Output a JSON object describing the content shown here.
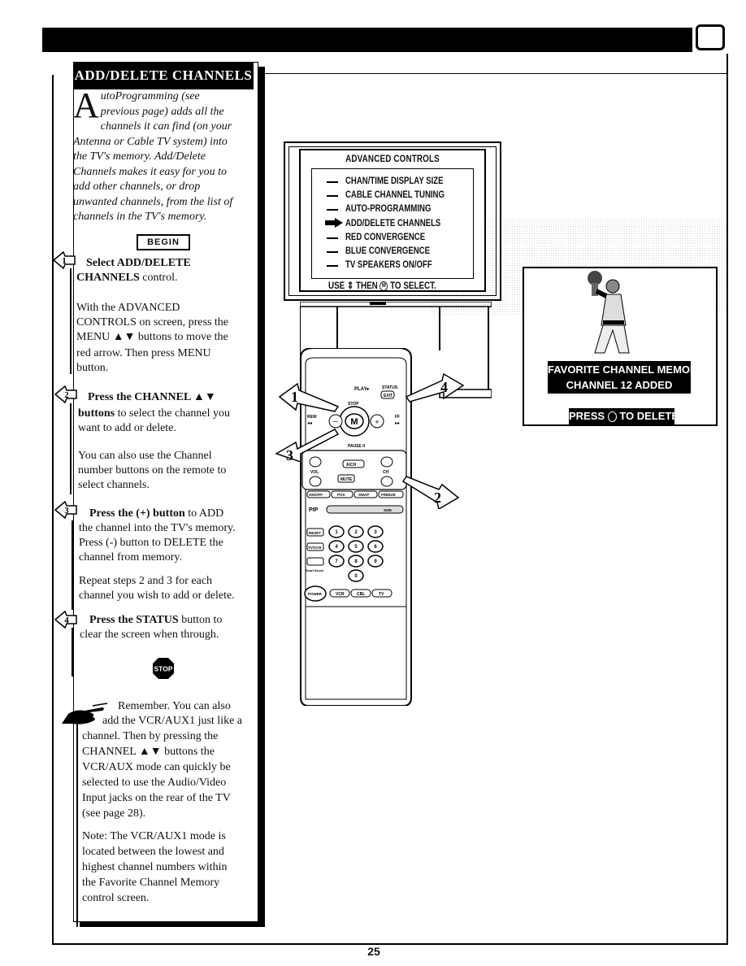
{
  "sidebar": {
    "title": "ADD/DELETE CHANNELS",
    "intro_cap": "A",
    "intro_lines": [
      "utoProgramming (see",
      "previous page) adds all the",
      "channels it can find (on your",
      "Antenna or Cable TV system) into",
      "the TV's memory. Add/Delete",
      "Channels makes it easy for you to",
      "add other channels, or drop",
      "unwanted channels, from the list of",
      "channels in the TV's memory."
    ],
    "begin_label": "BEGIN",
    "step1": {
      "num": "1",
      "lead": "Select ADD/DELETE",
      "lead2": "CHANNELS",
      "rest": " control.",
      "detail": [
        "With the ADVANCED",
        "CONTROLS on screen, press the",
        "MENU ▲▼ buttons to move the",
        "red arrow. Then press MENU",
        "button."
      ]
    },
    "step2": {
      "num": "2",
      "lead": "Press the CHANNEL ▲▼",
      "lead2": "buttons",
      "rest": " to select the channel you",
      "rest2": "want to add or delete.",
      "detail": [
        "You can also use the Channel",
        "number buttons on the remote to",
        "select channels."
      ]
    },
    "step3": {
      "num": "3",
      "lead": "Press the (+) button",
      "rest": " to ADD",
      "lines": [
        "the channel into the TV's memory.",
        "Press (-) button to DELETE the",
        "channel from memory."
      ],
      "detail": [
        "Repeat steps 2 and 3 for each",
        "channel you wish to add or delete."
      ]
    },
    "step4": {
      "num": "4",
      "lead": "Press the STATUS",
      "rest": " button to",
      "line2": "clear the screen when through."
    },
    "stop_label": "STOP",
    "remember_lines": [
      "Remember. You can also",
      "add the VCR/AUX1 just like a",
      "channel. Then by pressing the",
      "CHANNEL ▲▼ buttons the",
      "VCR/AUX mode can quickly be",
      "selected to use the Audio/Video",
      "Input jacks on the rear of the TV",
      "(see page 28)."
    ],
    "note_lines": [
      "Note: The VCR/AUX1 mode is",
      "located between the lowest and",
      "highest channel numbers within",
      "the Favorite Channel Memory",
      "control screen."
    ]
  },
  "osd": {
    "title": "ADVANCED CONTROLS",
    "items": [
      "CHAN/TIME DISPLAY SIZE",
      "CABLE CHANNEL TUNING",
      "AUTO-PROGRAMMING",
      "ADD/DELETE CHANNELS",
      "RED CONVERGENCE",
      "BLUE CONVERGENCE",
      "TV SPEAKERS ON/OFF"
    ],
    "selected_index": 3,
    "footer_use": "USE",
    "footer_then": "THEN",
    "footer_to": "TO SELECT."
  },
  "remote": {
    "play": "PLAY▸",
    "status": "STATUS",
    "exit": "EXIT",
    "rew": "REW",
    "ff": "FF",
    "stop": "STOP",
    "menu": "M",
    "minus": "−",
    "plus": "+",
    "pause": "PAUSE II",
    "vol": "VOL",
    "ch": "CH",
    "ach": "A/CH",
    "mute": "MUTE",
    "row_buttons": [
      "ON/OFF",
      "POS",
      "SWAP",
      "FREEZE"
    ],
    "pip": "PIP",
    "size": "SIZE",
    "reset": "RESET",
    "tvvcr": "TV/VCR",
    "smart": "Smart Sound",
    "digits": [
      "1",
      "2",
      "3",
      "4",
      "5",
      "6",
      "7",
      "8",
      "9",
      "0"
    ],
    "power": "POWER",
    "vcr": "VCR",
    "cbl": "CBL",
    "tv": "TV"
  },
  "callouts": [
    "1",
    "2",
    "3",
    "4"
  ],
  "favorite_screen": {
    "line1": "FAVORITE CHANNEL MEMORY:",
    "line2": "CHANNEL 12 ADDED",
    "line3_pre": "PRESS",
    "line3_post": "TO DELETE"
  },
  "page_number": "25"
}
